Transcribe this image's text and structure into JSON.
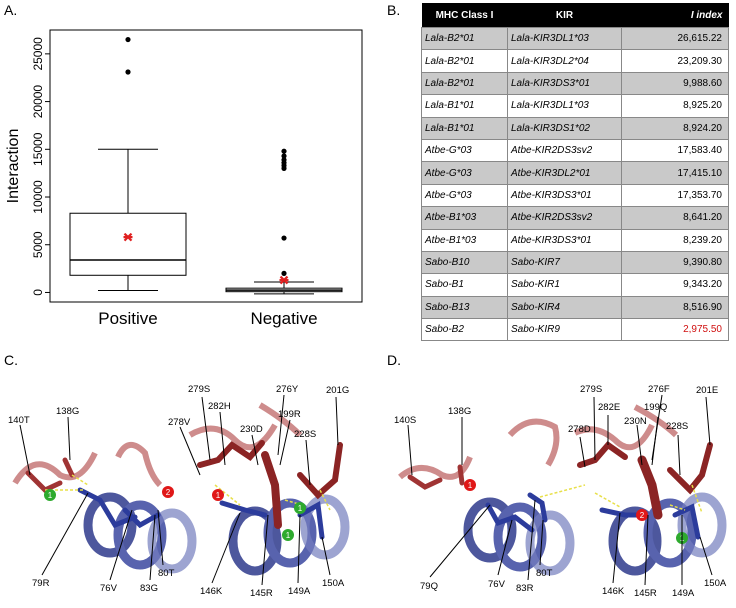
{
  "panels": {
    "a_label": "A.",
    "b_label": "B.",
    "c_label": "C.",
    "d_label": "D."
  },
  "chart_data": {
    "type": "box",
    "ylabel": "Interaction",
    "xlabel": "",
    "categories": [
      "Positive",
      "Negative"
    ],
    "ylim": [
      -1000,
      27500
    ],
    "yticks": [
      0,
      5000,
      10000,
      15000,
      20000,
      25000
    ],
    "series": [
      {
        "category": "Positive",
        "whisker_low": 200,
        "q1": 1800,
        "median": 3400,
        "q3": 8300,
        "whisker_high": 15000,
        "mean": 5800,
        "outliers": [
          23100,
          26500
        ]
      },
      {
        "category": "Negative",
        "whisker_low": -150,
        "q1": 80,
        "median": 250,
        "q3": 450,
        "whisker_high": 1100,
        "mean": 1300,
        "outliers": [
          2000,
          5700,
          13000,
          13300,
          13600,
          13900,
          14300,
          14800
        ]
      }
    ],
    "colors": {
      "mean_marker": "#e02020",
      "box_stroke": "#000000"
    }
  },
  "table": {
    "headers": [
      "MHC Class I",
      "KIR",
      "I index"
    ],
    "rows": [
      {
        "mhc": "Lala-B2*01",
        "kir": "Lala-KIR3DL1*03",
        "index": "26,615.22",
        "shaded": true
      },
      {
        "mhc": "Lala-B2*01",
        "kir": "Lala-KIR3DL2*04",
        "index": "23,209.30",
        "shaded": false
      },
      {
        "mhc": "Lala-B2*01",
        "kir": "Lala-KIR3DS3*01",
        "index": "9,988.60",
        "shaded": true
      },
      {
        "mhc": "Lala-B1*01",
        "kir": "Lala-KIR3DL1*03",
        "index": "8,925.20",
        "shaded": false
      },
      {
        "mhc": "Lala-B1*01",
        "kir": "Lala-KIR3DS1*02",
        "index": "8,924.20",
        "shaded": true
      },
      {
        "mhc": "Atbe-G*03",
        "kir": "Atbe-KIR2DS3sv2",
        "index": "17,583.40",
        "shaded": false
      },
      {
        "mhc": "Atbe-G*03",
        "kir": "Atbe-KIR3DL2*01",
        "index": "17,415.10",
        "shaded": true
      },
      {
        "mhc": "Atbe-G*03",
        "kir": "Atbe-KIR3DS3*01",
        "index": "17,353.70",
        "shaded": false
      },
      {
        "mhc": "Atbe-B1*03",
        "kir": "Atbe-KIR2DS3sv2",
        "index": "8,641.20",
        "shaded": true
      },
      {
        "mhc": "Atbe-B1*03",
        "kir": "Atbe-KIR3DS3*01",
        "index": "8,239.20",
        "shaded": false
      },
      {
        "mhc": "Sabo-B10",
        "kir": "Sabo-KIR7",
        "index": "9,390.80",
        "shaded": true
      },
      {
        "mhc": "Sabo-B1",
        "kir": "Sabo-KIR1",
        "index": "9,343.20",
        "shaded": false
      },
      {
        "mhc": "Sabo-B13",
        "kir": "Sabo-KIR4",
        "index": "8,516.90",
        "shaded": true
      },
      {
        "mhc": "Sabo-B2",
        "kir": "Sabo-KIR9",
        "index": "2,975.50",
        "shaded": false,
        "highlight": "#d01010"
      }
    ]
  },
  "structure_c": {
    "residues": [
      "140T",
      "138G",
      "279S",
      "278V",
      "282H",
      "276Y",
      "230D",
      "199R",
      "201G",
      "228S",
      "79R",
      "76V",
      "83G",
      "80T",
      "146K",
      "145R",
      "149A",
      "150A"
    ],
    "markers": [
      "1",
      "2",
      "1",
      "1",
      "1"
    ]
  },
  "structure_d": {
    "residues": [
      "140S",
      "138G",
      "279S",
      "278D",
      "282E",
      "276F",
      "230N",
      "199Q",
      "201E",
      "228S",
      "79Q",
      "76V",
      "83R",
      "80T",
      "146K",
      "145R",
      "149A",
      "150A"
    ],
    "markers": [
      "1",
      "2",
      "1"
    ]
  }
}
